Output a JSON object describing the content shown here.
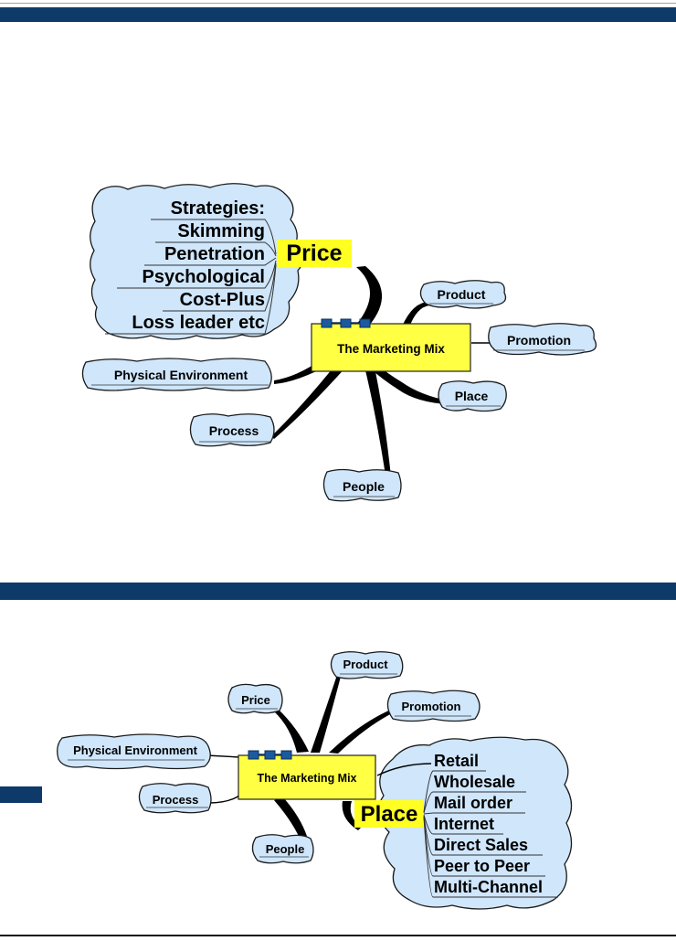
{
  "diagram1": {
    "central": "The Marketing Mix",
    "focus": "Price",
    "focus_items": [
      "Strategies:",
      "Skimming",
      "Penetration",
      "Psychological",
      "Cost-Plus",
      "Loss leader etc"
    ],
    "nodes": {
      "product": "Product",
      "promotion": "Promotion",
      "place": "Place",
      "people": "People",
      "process": "Process",
      "physical": "Physical Environment"
    }
  },
  "diagram2": {
    "central": "The Marketing Mix",
    "focus": "Place",
    "focus_items": [
      "Retail",
      "Wholesale",
      "Mail order",
      "Internet",
      "Direct Sales",
      "Peer to Peer",
      "Multi-Channel"
    ],
    "nodes": {
      "product": "Product",
      "price": "Price",
      "promotion": "Promotion",
      "people": "People",
      "process": "Process",
      "physical": "Physical Environment"
    }
  },
  "colors": {
    "band": "#0e3a6a",
    "cloud": "#cfe6fb",
    "central": "#ffff44",
    "highlight": "#ffff22"
  }
}
